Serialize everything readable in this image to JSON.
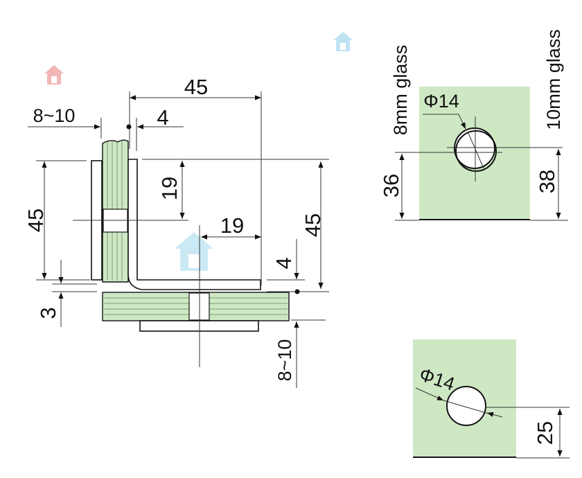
{
  "dimensions": {
    "top_width": "45",
    "glass_range_top": "8~10",
    "offset_top": "4",
    "left_height": "45",
    "inner_vertical": "19",
    "inner_horizontal": "19",
    "right_height": "45",
    "offset_right": "4",
    "gap_left": "3",
    "glass_range_bottom": "8~10"
  },
  "panel_8mm": {
    "label": "8mm glass",
    "hole": "Φ14",
    "height": "36"
  },
  "panel_10mm": {
    "label": "10mm glass",
    "height": "38"
  },
  "panel_bottom": {
    "hole": "Φ14",
    "height": "25"
  },
  "colors": {
    "glass": "#cfe8c4",
    "line": "#111111",
    "watermark_pink": "#f3b6b6",
    "watermark_blue": "#bfe3f3"
  },
  "icons": [
    "house-watermark-icon",
    "house-watermark-icon",
    "house-watermark-icon"
  ]
}
